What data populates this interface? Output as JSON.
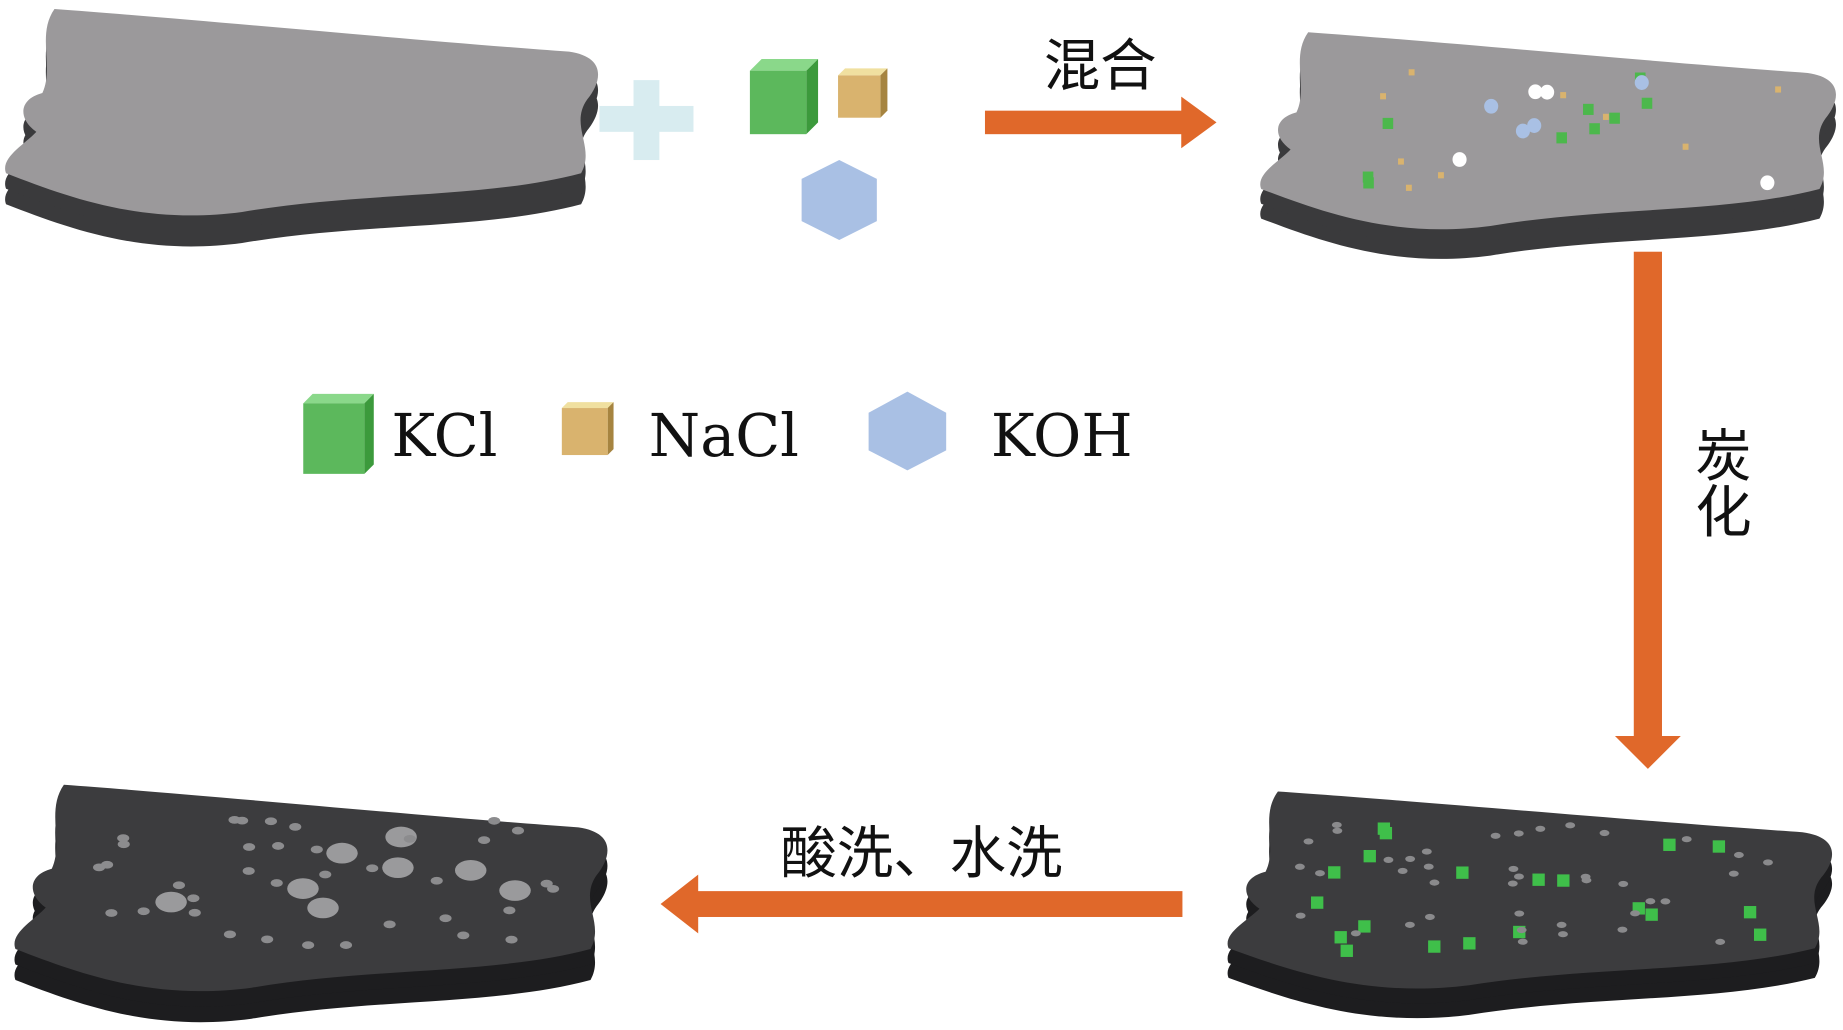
{
  "steps": {
    "mix_label": "混合",
    "carbonize_label": "炭化",
    "wash_label": "酸洗、水洗"
  },
  "legend": [
    {
      "label": "KCl",
      "color": "#5cb85c"
    },
    {
      "label": "NaCl",
      "color": "#d9b36e"
    },
    {
      "label": "KOH",
      "color": "#a9c0e4"
    }
  ],
  "colors": {
    "arrow": "#e0682a",
    "raw_top": "#9b999b",
    "raw_side": "#3a3a3c",
    "carbon_top": "#3c3c3e",
    "carbon_side": "#1d1d1f",
    "plus": "#d8ecf0"
  }
}
